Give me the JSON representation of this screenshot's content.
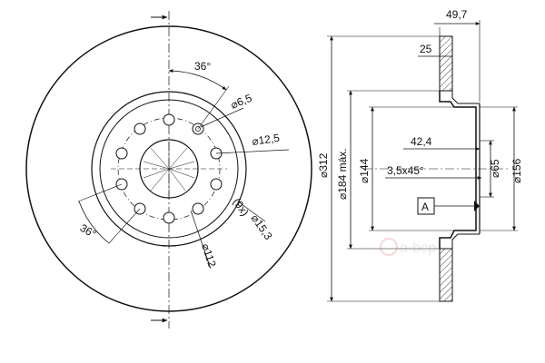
{
  "front_view": {
    "angle_top": "36°",
    "angle_bottom": "36°",
    "bolt_hole_dia": "⌀6,5",
    "stud_hole_dia": "⌀12,5",
    "stud_count": "(9x)",
    "stud_hole_dia_alt": "⌀15,3",
    "pcd": "⌀112"
  },
  "side_view": {
    "total_thickness": "49,7",
    "disc_thickness": "25",
    "outer_dia": "⌀312",
    "max_dia": "⌀184 máx.",
    "hat_dia": "⌀144",
    "hat_depth": "42,4",
    "chamfer": "3,5x45°",
    "center_bore": "⌀65",
    "hub_dia": "⌀156",
    "datum": "A"
  },
  "watermark": "a·bcp"
}
